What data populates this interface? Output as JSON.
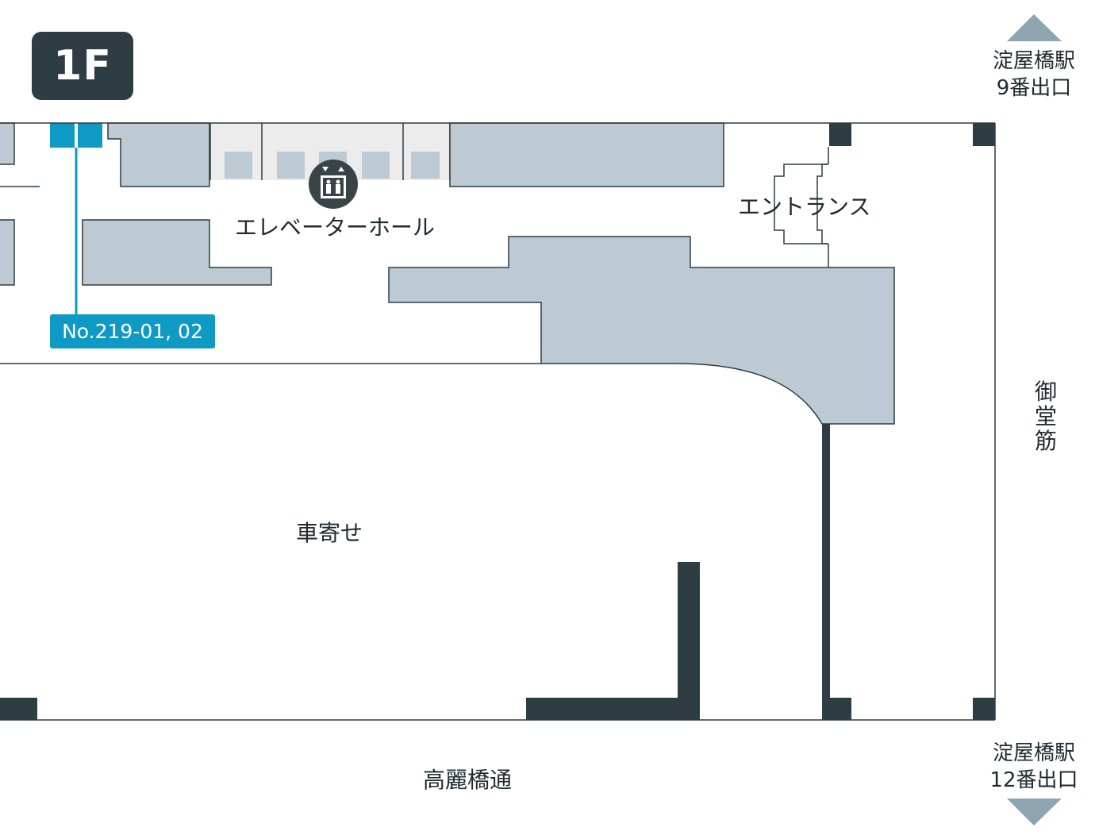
{
  "floor": "1F",
  "unit": {
    "label": "No.219-01, 02"
  },
  "areas": {
    "elevator_hall": "エレベーターホール",
    "entrance": "エントランス",
    "drop_off": "車寄せ"
  },
  "streets": {
    "right": [
      "御",
      "堂",
      "筋"
    ],
    "bottom": "高麗橋通"
  },
  "exits": {
    "top": {
      "line1": "淀屋橋駅",
      "line2": "9番出口"
    },
    "bottom": {
      "line1": "淀屋橋駅",
      "line2": "12番出口"
    }
  },
  "icons": [
    "elevator-icon",
    "arrow-up-icon",
    "arrow-down-icon"
  ],
  "colors": {
    "wall": "#2e3c43",
    "tenant": "#bdcad3",
    "highlight": "#0e9ac4",
    "corridor": "#ececec",
    "arrow": "#8fa4b1"
  }
}
